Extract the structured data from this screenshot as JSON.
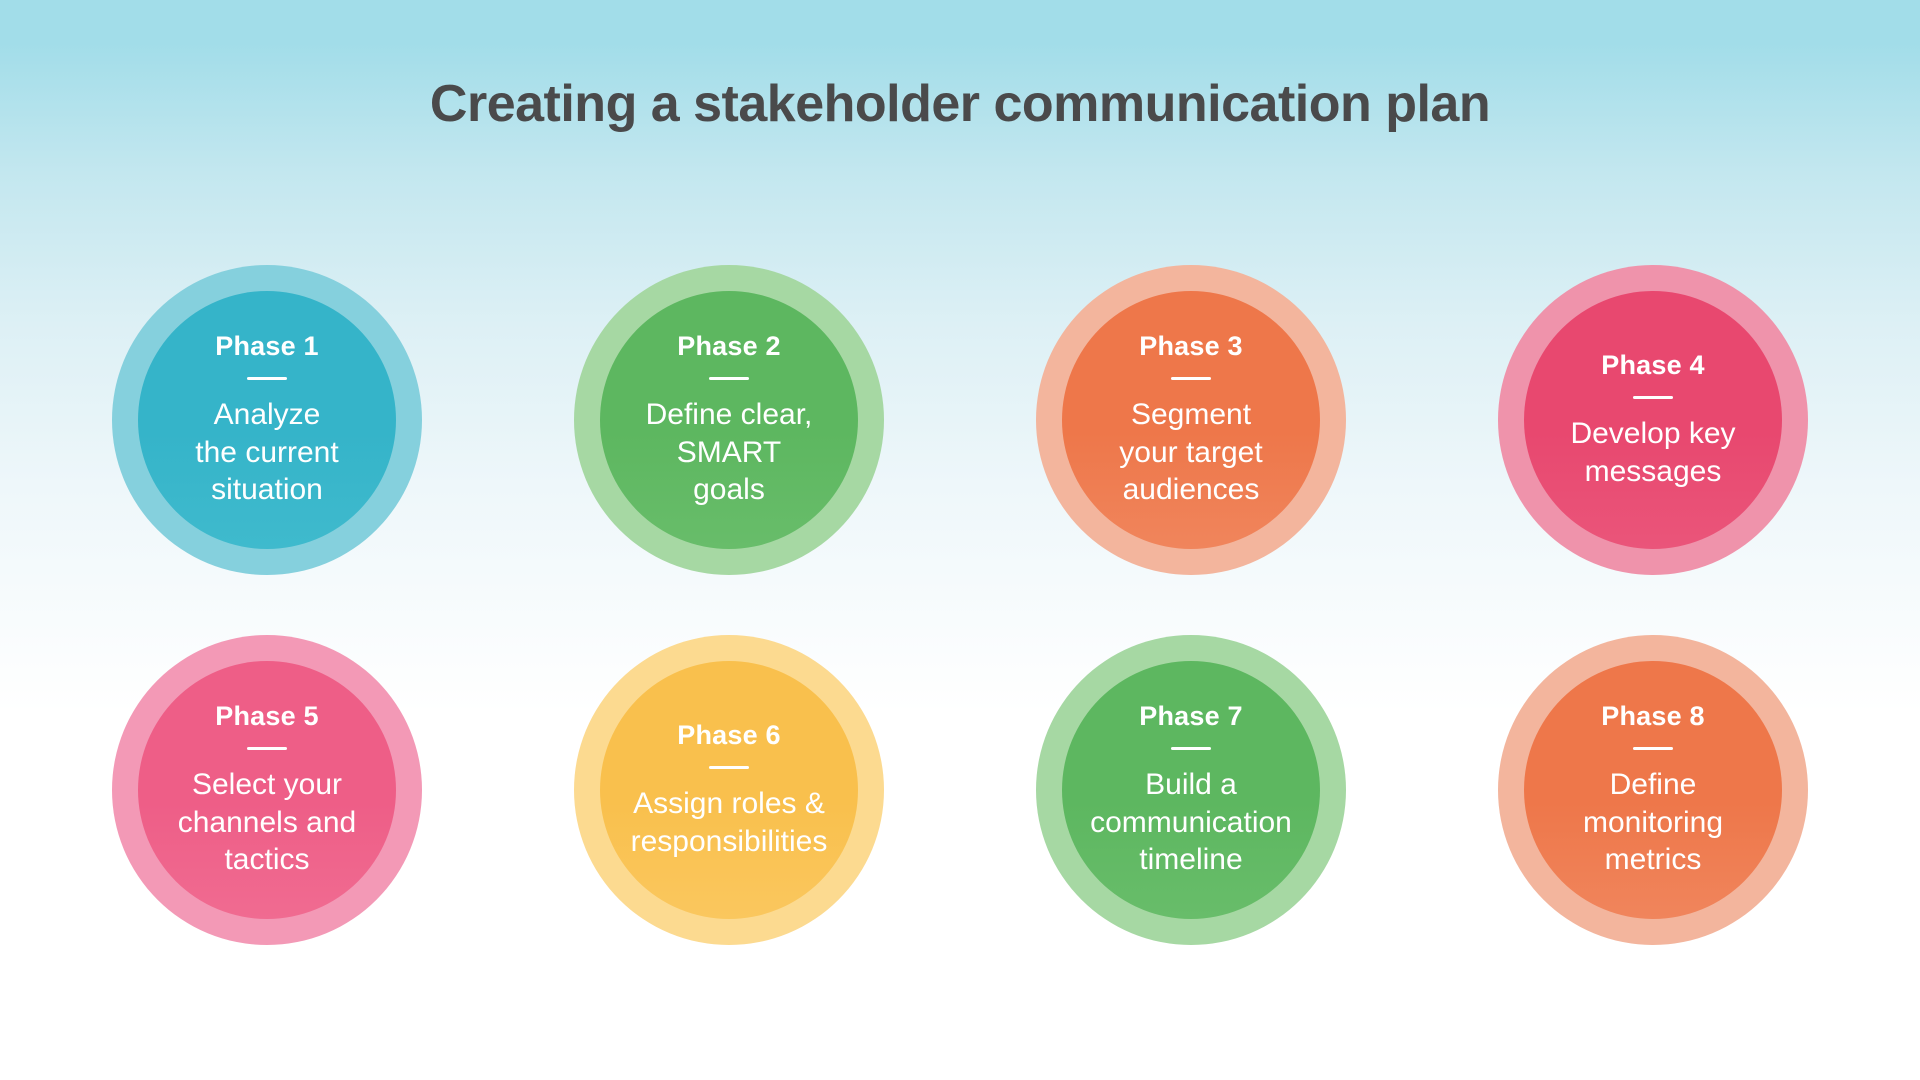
{
  "title": "Creating a stakeholder communication plan",
  "background": {
    "top_color": "#a2dde9",
    "bottom_color": "#ffffff"
  },
  "title_color": "#4a4a4b",
  "phases": [
    {
      "label": "Phase 1",
      "description": "Analyze\nthe current\nsituation",
      "inner_color": "#35b4c9",
      "inner_light": "#3fbacd",
      "ring_color": "#85d0dd"
    },
    {
      "label": "Phase 2",
      "description": "Define clear,\nSMART\ngoals",
      "inner_color": "#5db760",
      "inner_light": "#68bd6a",
      "ring_color": "#a6d8a3"
    },
    {
      "label": "Phase 3",
      "description": "Segment\nyour target\naudiences",
      "inner_color": "#ee774a",
      "inner_light": "#f0855c",
      "ring_color": "#f3b59d"
    },
    {
      "label": "Phase 4",
      "description": "Develop key\nmessages",
      "inner_color": "#e8486f",
      "inner_light": "#ea557a",
      "ring_color": "#ef93ab"
    },
    {
      "label": "Phase 5",
      "description": "Select your\nchannels and\ntactics",
      "inner_color": "#ee5e87",
      "inner_light": "#f06b91",
      "ring_color": "#f399b6"
    },
    {
      "label": "Phase 6",
      "description": "Assign roles &\nresponsibilities",
      "inner_color": "#f9c04d",
      "inner_light": "#fac75e",
      "ring_color": "#fcda90"
    },
    {
      "label": "Phase 7",
      "description": "Build a\ncommunication\ntimeline",
      "inner_color": "#5db760",
      "inner_light": "#68bd6a",
      "ring_color": "#a6d8a3"
    },
    {
      "label": "Phase 8",
      "description": "Define\nmonitoring\nmetrics",
      "inner_color": "#ee774a",
      "inner_light": "#f0855c",
      "ring_color": "#f3b59d"
    }
  ]
}
